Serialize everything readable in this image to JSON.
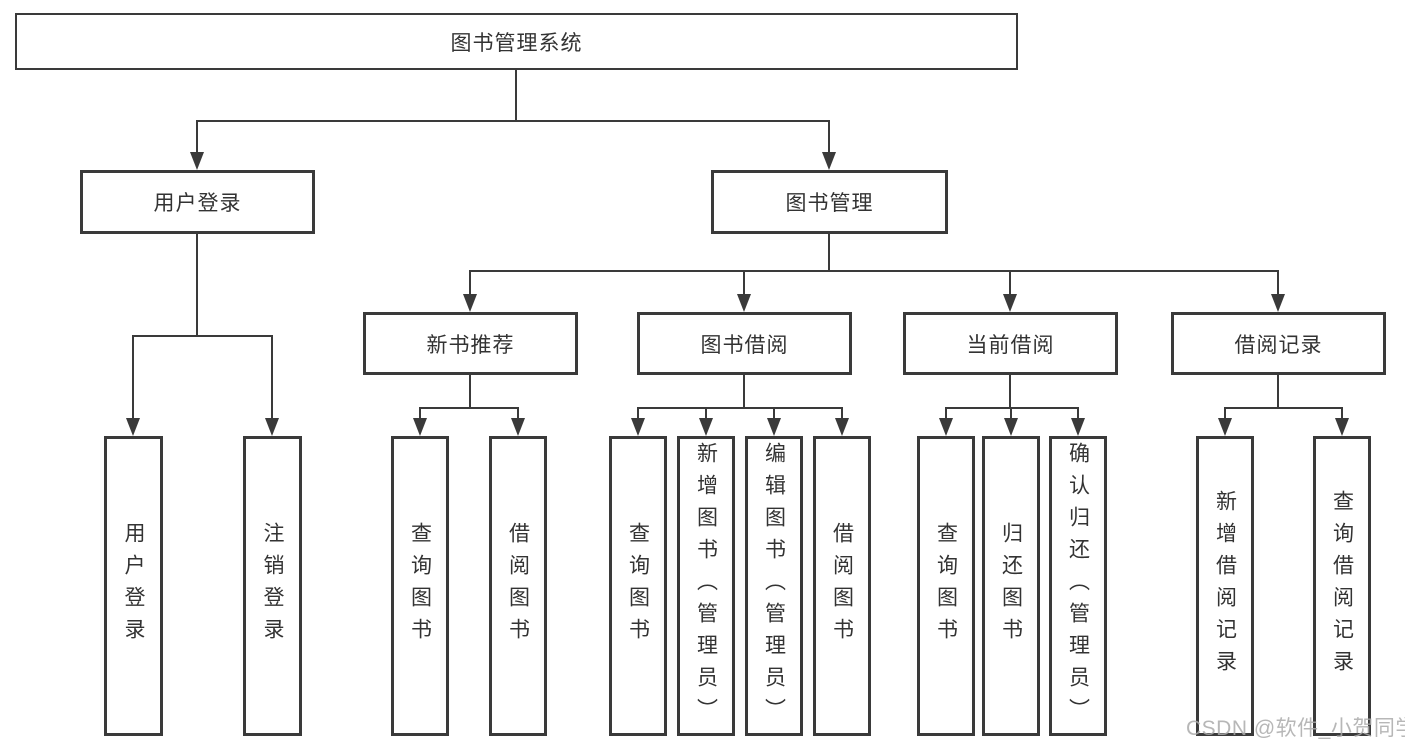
{
  "diagram": {
    "root": {
      "label": "图书管理系统"
    },
    "level2": [
      {
        "label": "用户登录",
        "children": [
          {
            "label": "用户登录"
          },
          {
            "label": "注销登录"
          }
        ]
      },
      {
        "label": "图书管理",
        "children": [
          {
            "label": "新书推荐",
            "children": [
              {
                "label": "查询图书"
              },
              {
                "label": "借阅图书"
              }
            ]
          },
          {
            "label": "图书借阅",
            "children": [
              {
                "label": "查询图书"
              },
              {
                "label": "新增图书（管理员）"
              },
              {
                "label": "编辑图书（管理员）"
              },
              {
                "label": "借阅图书"
              }
            ]
          },
          {
            "label": "当前借阅",
            "children": [
              {
                "label": "查询图书"
              },
              {
                "label": "归还图书"
              },
              {
                "label": "确认归还（管理员）"
              }
            ]
          },
          {
            "label": "借阅记录",
            "children": [
              {
                "label": "新增借阅记录"
              },
              {
                "label": "查询借阅记录"
              }
            ]
          }
        ]
      }
    ]
  },
  "watermark": {
    "text": "CSDN @软件_小贺同学"
  },
  "colors": {
    "line": "#3a3a3a",
    "text": "#333333",
    "background": "#ffffff",
    "watermark": "#aaaaaa"
  }
}
